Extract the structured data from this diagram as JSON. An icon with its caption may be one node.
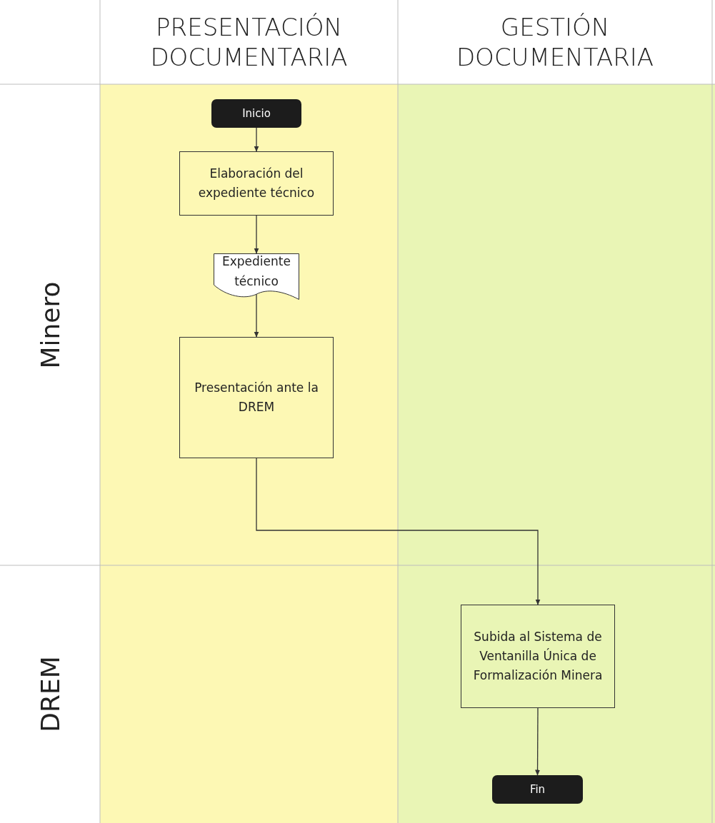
{
  "diagram": {
    "nodes": [
      {
        "text": [
          "PRESENTACIÓN DOCUMENTARIA"
        ]
      },
      {
        "text": [
          "GESTIÓN DOCUMENTARIA"
        ]
      },
      {
        "text": [
          "Minero"
        ]
      },
      {
        "text": [
          "DREM"
        ]
      },
      {
        "text": [
          "Inicio"
        ]
      },
      {
        "text": [
          "Elaboración del expediente técnico"
        ]
      },
      {
        "text": [
          "Expediente técnico"
        ]
      },
      {
        "text": [
          "Presentación ante la DREM"
        ]
      },
      {
        "text": [
          "Subida al Sistema de Ventanilla Única de Formalización Minera"
        ]
      },
      {
        "text": [
          "Fin"
        ]
      }
    ],
    "edges": [
      {
        "from": 4,
        "to": 5,
        "arrow": "to"
      },
      {
        "from": 5,
        "to": 6,
        "arrow": "to"
      },
      {
        "from": 6,
        "to": 7,
        "arrow": "to"
      },
      {
        "from": 7,
        "to": 8,
        "arrow": "to"
      },
      {
        "from": 8,
        "to": 9,
        "arrow": "to"
      }
    ]
  }
}
